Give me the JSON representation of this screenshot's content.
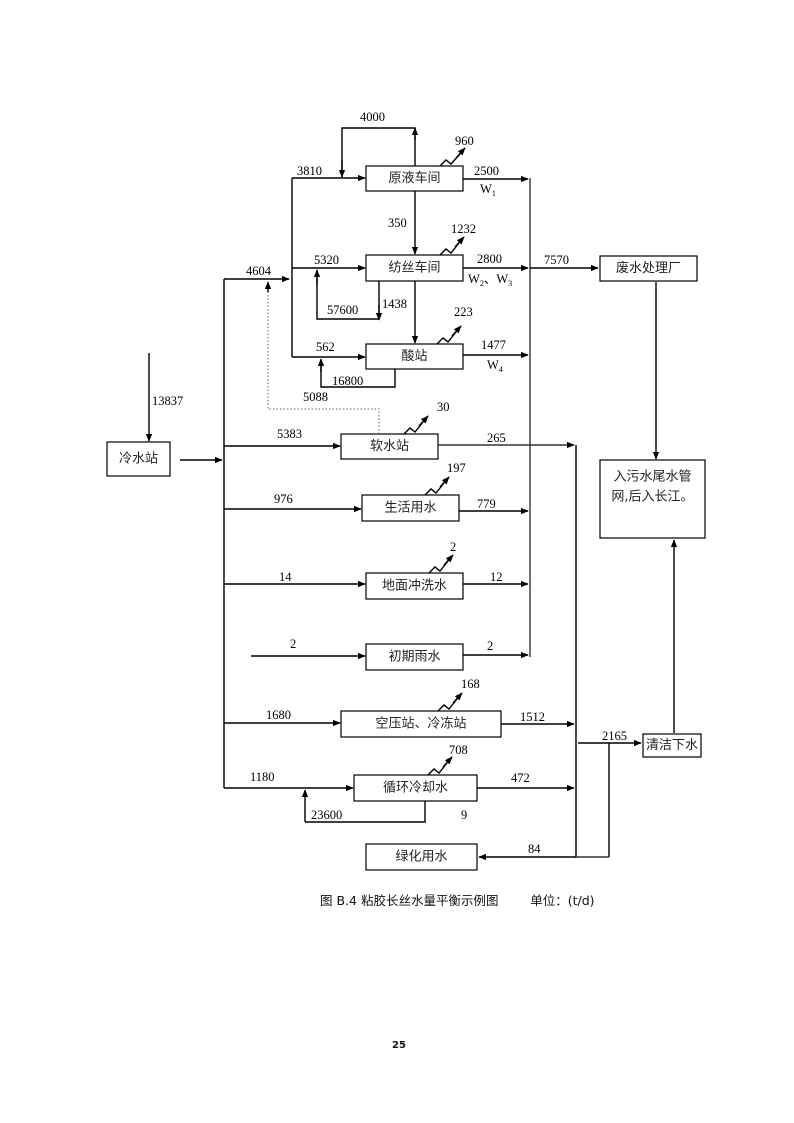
{
  "diagram": {
    "nodes": {
      "cold_water_station": "冷水站",
      "stock_workshop": "原液车间",
      "spinning_workshop": "纺丝车间",
      "acid_station": "酸站",
      "soft_water_station": "软水站",
      "domestic_water": "生活用水",
      "floor_washing": "地面冲洗水",
      "initial_rainwater": "初期雨水",
      "air_compressor_refrigeration": "空压站、冷冻站",
      "circulating_cooling": "循环冷却水",
      "greening_water": "绿化用水",
      "wastewater_plant": "废水处理厂",
      "sewer_outfall_line1": "入污水尾水管",
      "sewer_outfall_line2": "网,后入长江。",
      "clean_drain": "清洁下水"
    },
    "flows": {
      "supply_to_cold_station": "13837",
      "to_process_group": "4604",
      "stock_recycle": "4000",
      "stock_in": "3810",
      "stock_loss": "960",
      "stock_out": "2500",
      "stock_out_tag": "W",
      "stock_out_tag_sub": "1",
      "stock_to_spinning": "350",
      "spinning_in": "5320",
      "spinning_loss": "1232",
      "spinning_out": "2800",
      "spinning_out_tag": "W",
      "spinning_out_tag_sub1": "2",
      "spinning_out_tag_sep": "、W",
      "spinning_out_tag_sub2": "3",
      "spinning_recycle": "57600",
      "spinning_to_acid": "1438",
      "acid_loss": "223",
      "acid_in": "562",
      "acid_out": "1477",
      "acid_out_tag": "W",
      "acid_out_tag_sub": "4",
      "acid_recycle": "16800",
      "soft_to_process": "5088",
      "to_wastewater_plant": "7570",
      "soft_in": "5383",
      "soft_loss": "30",
      "soft_out": "265",
      "domestic_in": "976",
      "domestic_loss": "197",
      "domestic_out": "779",
      "floor_in": "14",
      "floor_loss": "2",
      "floor_out": "12",
      "rain_in": "2",
      "rain_out": "2",
      "air_in": "1680",
      "air_loss": "168",
      "air_out": "1512",
      "cooling_in": "1180",
      "cooling_loss": "708",
      "cooling_out": "472",
      "cooling_recycle": "23600",
      "cooling_blowdown": "9",
      "to_clean_drain": "2165",
      "to_greening": "84"
    }
  },
  "caption": {
    "title": "图 B.4 粘胶长丝水量平衡示例图",
    "unit": "单位：(t/d)"
  },
  "page_number": "25"
}
